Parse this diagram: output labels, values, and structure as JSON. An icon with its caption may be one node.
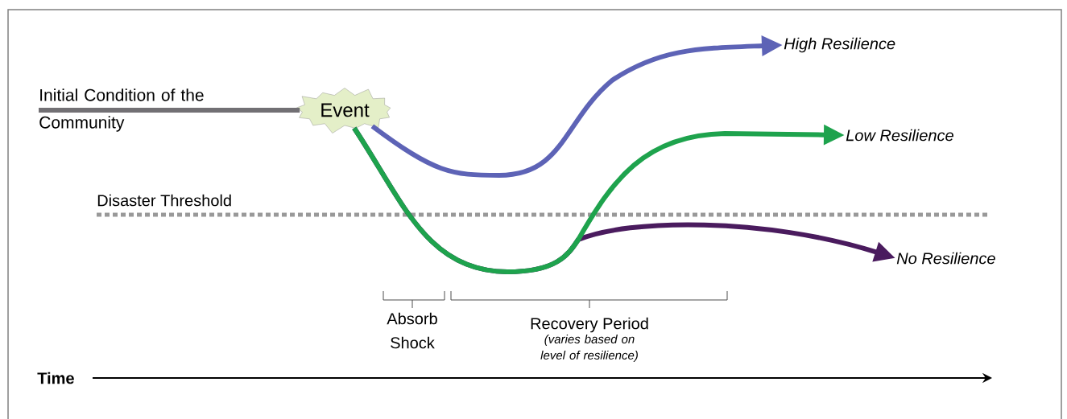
{
  "diagram": {
    "nodes": [
      {
        "text": [
          "Initial Condition of the Community"
        ]
      },
      {
        "text": [
          "Event"
        ]
      },
      {
        "text": [
          "High Resilience"
        ]
      },
      {
        "text": [
          "Low Resilience"
        ]
      },
      {
        "text": [
          "No Resilience"
        ]
      }
    ],
    "edges": [
      {
        "from": 0,
        "to": 1,
        "arrow": "none",
        "color": "#727074"
      },
      {
        "from": 1,
        "to": 2,
        "arrow": "to",
        "color": "#5d63b6"
      },
      {
        "from": 1,
        "to": 3,
        "arrow": "to",
        "color": "#1ea34d"
      },
      {
        "from": 1,
        "to": 4,
        "arrow": "to",
        "color": "#4a1b5e"
      }
    ],
    "labels": [
      "Disaster Threshold",
      "Absorb Shock",
      "Recovery Period",
      "(varies based on level of resilience)",
      "Time"
    ]
  }
}
